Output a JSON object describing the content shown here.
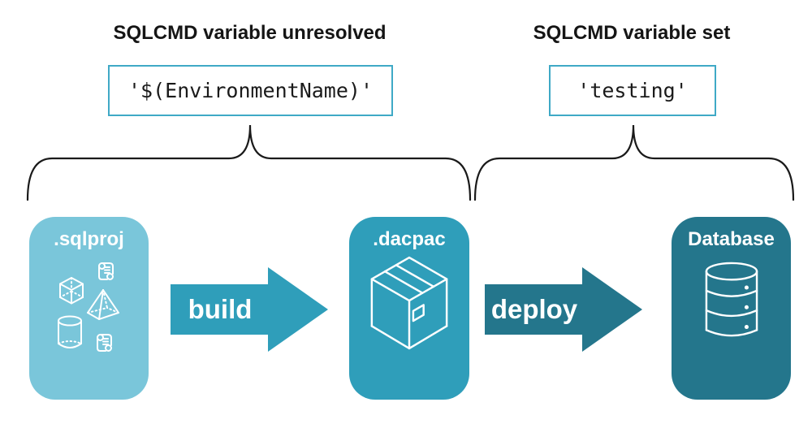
{
  "headings": {
    "left": "SQLCMD variable unresolved",
    "right": "SQLCMD variable set"
  },
  "code_boxes": {
    "left": "'$(EnvironmentName)'",
    "right": "'testing'"
  },
  "pipeline": {
    "source": {
      "label": ".sqlproj",
      "icons": [
        "scroll-icon",
        "cube-icon",
        "pyramid-icon",
        "cylinder-icon",
        "scroll-icon"
      ]
    },
    "build_arrow": {
      "label": "build"
    },
    "artifact": {
      "label": ".dacpac",
      "icon": "package-box-icon"
    },
    "deploy_arrow": {
      "label": "deploy"
    },
    "target": {
      "label": "Database",
      "icon": "database-cylinder-icon"
    }
  },
  "colors": {
    "source_fill": "#7ac6da",
    "build_fill": "#2f9eba",
    "target_fill": "#24768c",
    "code_border": "#3fa9c6",
    "heading_text": "#151515",
    "icon_stroke": "#ffffff",
    "brace_stroke": "#1a1a1a"
  }
}
